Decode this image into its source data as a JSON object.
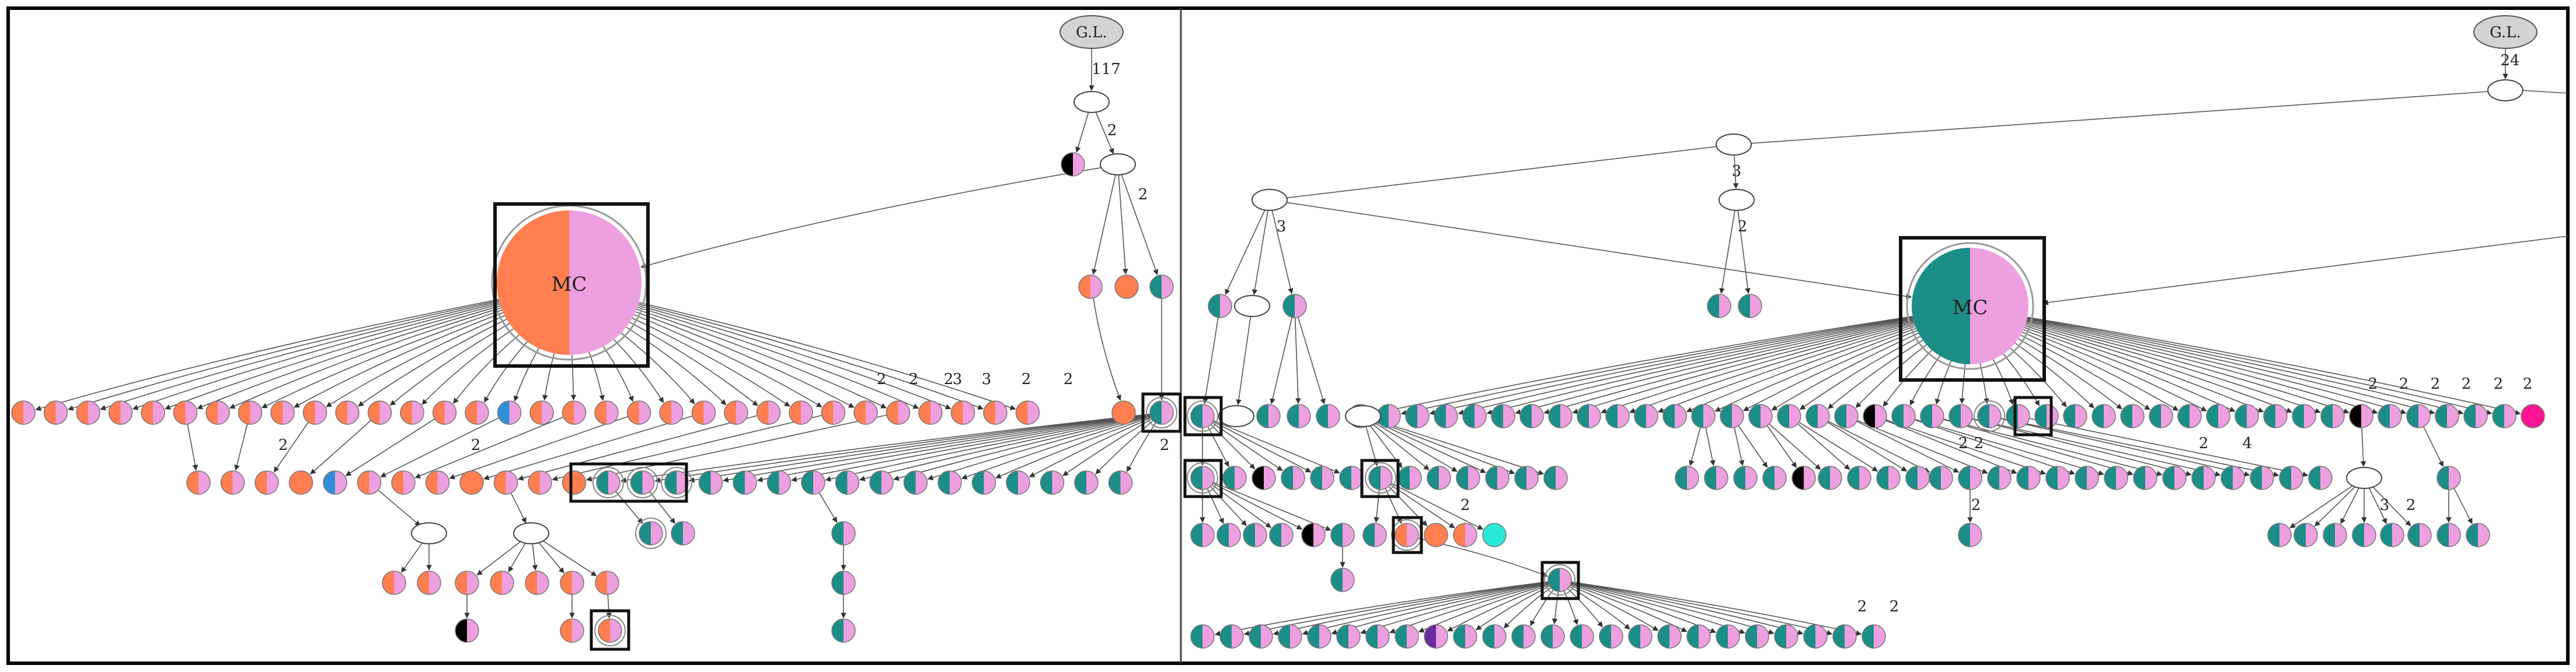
{
  "colors": {
    "orange": "#ff7f50",
    "pink": "#ee9fe0",
    "teal": "#1b8e88",
    "blue": "#2f8fd6",
    "black": "#000000",
    "purple": "#6a2aa0",
    "cyan": "#29e8d6",
    "magenta": "#ff1493",
    "gray": "#d3d3d3",
    "edge": "#555555",
    "frame": "#000000"
  },
  "left_tree": {
    "root_label": "G.L.",
    "root_edge_label": "117",
    "hub_label": "MC",
    "edge_labels": [
      "2",
      "2",
      "2",
      "2",
      "2",
      "3",
      "2",
      "2",
      "2",
      "2",
      "2"
    ]
  },
  "right_tree": {
    "root_label": "G.L.",
    "root_edge_label": "24",
    "hub_label": "MC",
    "edge_labels": [
      "3",
      "3",
      "2",
      "2",
      "2",
      "2",
      "2",
      "2",
      "2",
      "2",
      "2",
      "2",
      "4",
      "2",
      "2",
      "3",
      "2",
      "2",
      "2"
    ]
  }
}
